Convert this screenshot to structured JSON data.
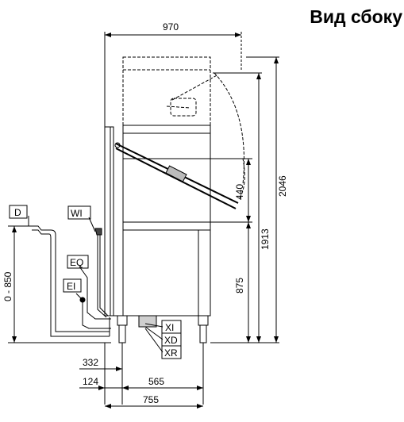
{
  "title": "Вид сбоку",
  "dimensions": {
    "width_top": "970",
    "height_2046": "2046",
    "height_1913": "1913",
    "height_440": "440",
    "height_875": "875",
    "drain_range": "0 - 850",
    "bottom_332": "332",
    "bottom_124": "124",
    "bottom_565": "565",
    "bottom_755": "755"
  },
  "labels": {
    "d": "D",
    "wi": "WI",
    "eq": "EQ",
    "ei": "EI",
    "xi": "XI",
    "xd": "XD",
    "xr": "XR"
  }
}
